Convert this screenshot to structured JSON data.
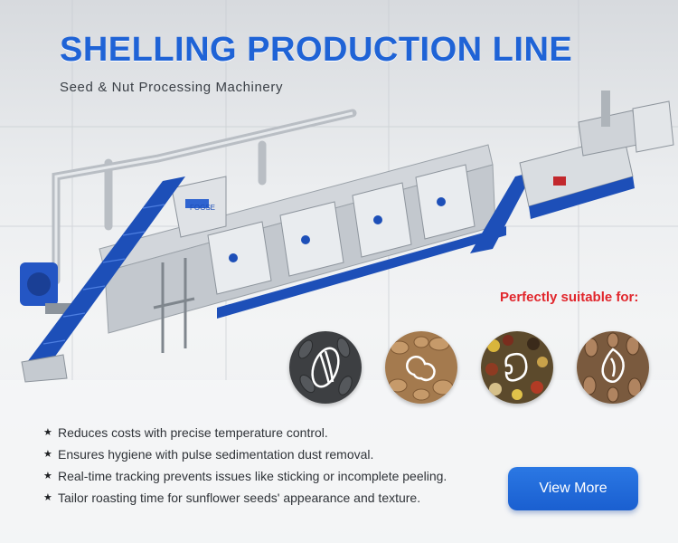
{
  "banner": {
    "title": "SHELLING PRODUCTION LINE",
    "subtitle": "Seed & Nut Processing Machinery",
    "machine_brand": "FOGSE",
    "suitable_label": "Perfectly suitable for:",
    "foods": [
      {
        "name": "sunflower-seeds",
        "icon": "sunflower-seed-icon"
      },
      {
        "name": "peanuts",
        "icon": "peanut-icon"
      },
      {
        "name": "beans",
        "icon": "bean-icon"
      },
      {
        "name": "almonds",
        "icon": "almond-icon"
      }
    ],
    "benefits": [
      "Reduces costs with precise temperature control.",
      "Ensures hygiene with pulse sedimentation dust removal.",
      "Real-time tracking prevents issues like sticking or incomplete peeling.",
      "Tailor roasting time for sunflower seeds' appearance and texture."
    ],
    "cta_label": "View More",
    "colors": {
      "title": "#1f63d6",
      "accent_red": "#e1262c",
      "button": "#1a5fd0",
      "conveyor": "#1d4fb8"
    }
  }
}
